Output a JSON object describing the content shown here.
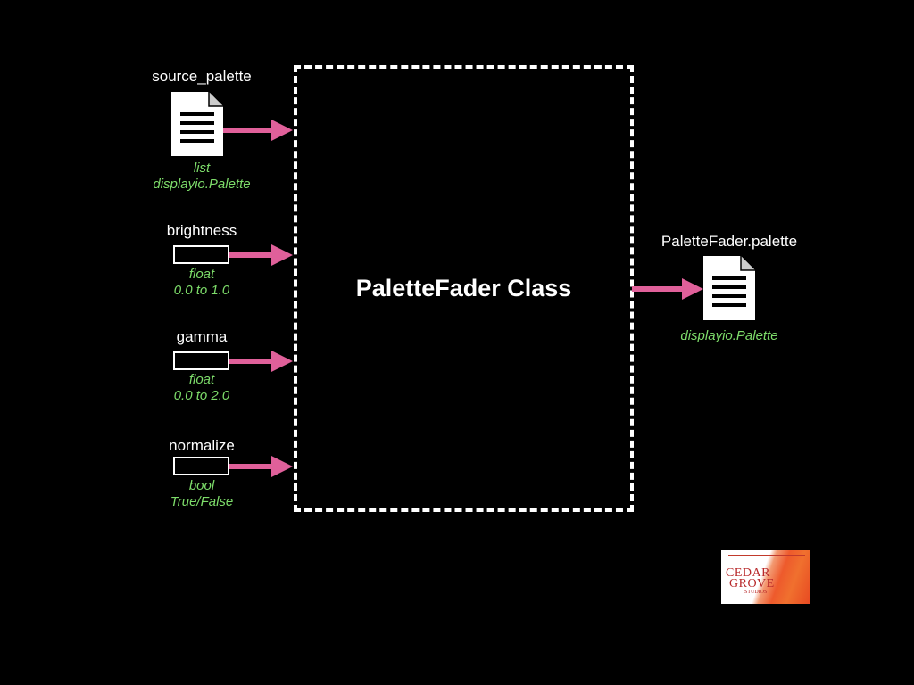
{
  "inputs": [
    {
      "name": "source_palette",
      "kind": "document",
      "types": [
        "list",
        "displayio.Palette"
      ]
    },
    {
      "name": "brightness",
      "kind": "field",
      "types": [
        "float",
        "0.0 to 1.0"
      ]
    },
    {
      "name": "gamma",
      "kind": "field",
      "types": [
        "float",
        "0.0 to 2.0"
      ]
    },
    {
      "name": "normalize",
      "kind": "field",
      "types": [
        "bool",
        "True/False"
      ]
    }
  ],
  "class_box": {
    "title": "PaletteFader Class"
  },
  "output": {
    "name": "PaletteFader.palette",
    "types": [
      "displayio.Palette"
    ]
  },
  "logo": {
    "line1": "CEDAR",
    "line2": "GROVE",
    "line3": "STUDIOS"
  },
  "colors": {
    "background": "#000000",
    "arrow": "#e0609a",
    "type_text": "#7ddc6a",
    "box_border": "#ffffff"
  },
  "icons": {
    "document": "document-icon",
    "arrow": "arrow-right-icon"
  }
}
